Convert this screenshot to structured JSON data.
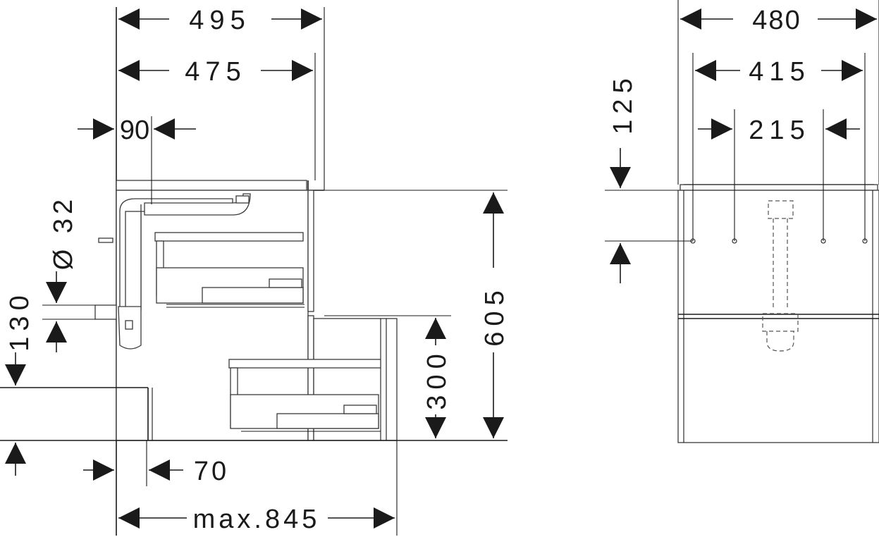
{
  "dimensions": {
    "d495": "495",
    "d475": "475",
    "d90": "90",
    "d32": "Ø 32",
    "d130": "130",
    "d70": "70",
    "d845": "max.845",
    "d605": "605",
    "d300": "300",
    "d480": "480",
    "d415": "415",
    "d215": "215",
    "d125": "125"
  }
}
